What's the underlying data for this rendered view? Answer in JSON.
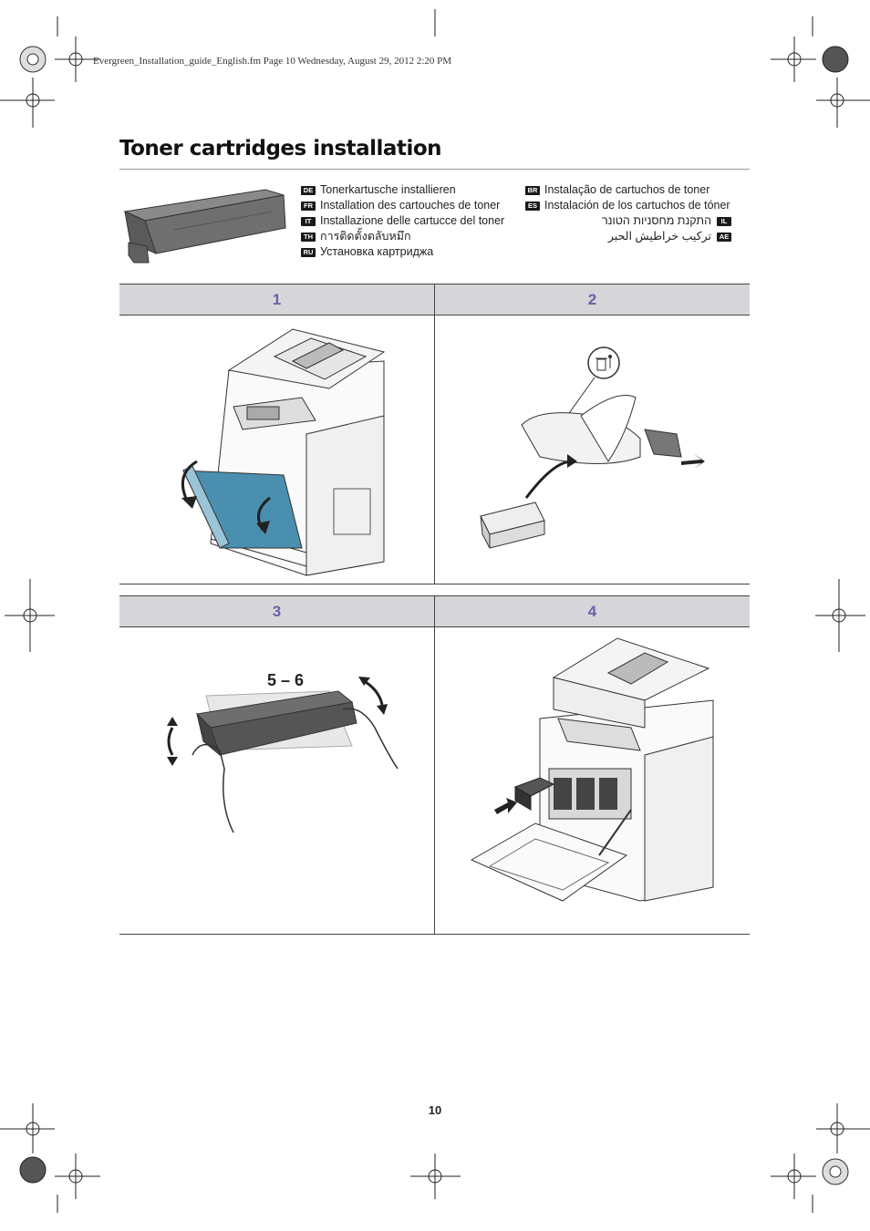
{
  "header": {
    "file_info": "Evergreen_Installation_guide_English.fm  Page 10  Wednesday, August 29, 2012  2:20 PM"
  },
  "page": {
    "title": "Toner cartridges installation",
    "number": "10"
  },
  "languages_left": [
    {
      "code": "DE",
      "text": "Tonerkartusche installieren"
    },
    {
      "code": "FR",
      "text": "Installation des cartouches de toner"
    },
    {
      "code": "IT",
      "text": "Installazione delle cartucce del toner"
    },
    {
      "code": "TH",
      "text": "การติดตั้งตลับหมึก"
    },
    {
      "code": "RU",
      "text": "Установка картриджа"
    }
  ],
  "languages_right": [
    {
      "code": "BR",
      "text": "Instalação de cartuchos de toner"
    },
    {
      "code": "ES",
      "text": "Instalación de los cartuchos de tóner"
    }
  ],
  "languages_rtl": [
    {
      "code": "IL",
      "text": "התקנת מחסניות הטונר"
    },
    {
      "code": "AE",
      "text": "تركيب خراطيش الحبر"
    }
  ],
  "steps": [
    {
      "number": "1"
    },
    {
      "number": "2"
    },
    {
      "number": "3",
      "annotation": "5 – 6"
    },
    {
      "number": "4"
    }
  ],
  "colors": {
    "step_header_bg": "#d6d6da",
    "step_number": "#6a5fa8",
    "cover_blue": "#4a8fb0"
  }
}
